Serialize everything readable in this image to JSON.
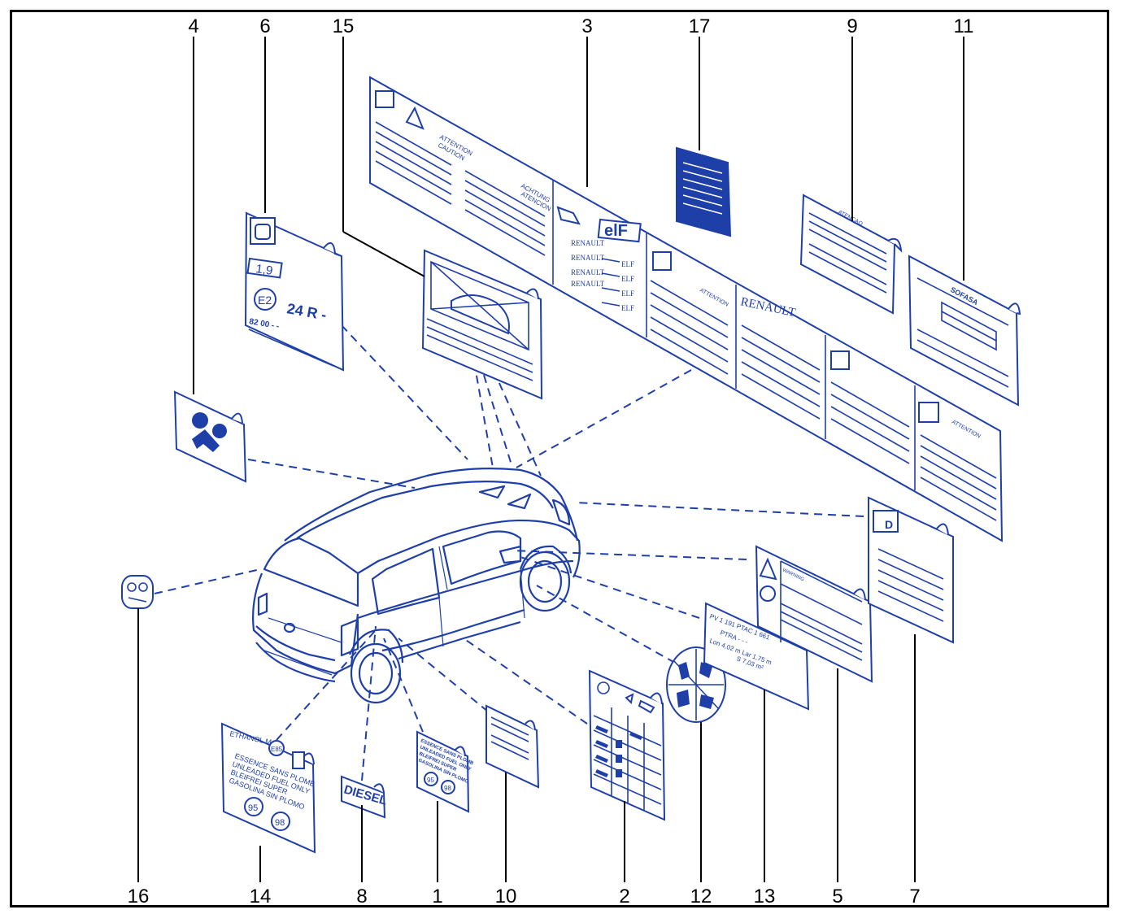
{
  "callouts": {
    "n1": "1",
    "n2": "2",
    "n3": "3",
    "n4": "4",
    "n5": "5",
    "n6": "6",
    "n7": "7",
    "n8": "8",
    "n9": "9",
    "n10": "10",
    "n11": "11",
    "n12": "12",
    "n13": "13",
    "n14": "14",
    "n15": "15",
    "n16": "16",
    "n17": "17"
  },
  "labels": {
    "l6_value": "1,9",
    "l6_e2": "E2",
    "l6_code": "24 R -",
    "l6_ref": "82 00 - -",
    "l3_elf": "elF",
    "l3_renault_lines": [
      "RENAULT",
      "RENAULT",
      "RENAULT",
      "RENAULT"
    ],
    "l3_elf_lines": [
      "ELF",
      "ELF",
      "ELF",
      "ELF"
    ],
    "l3_brand": "RENAULT",
    "l3_attention": "ATTENTION",
    "l3_caution": "CAUTION",
    "l3_achtung": "ACHTUNG",
    "l3_atencion": "ATENCION",
    "l9_attention": "ATENCAO",
    "l11_brand": "SOFASA",
    "l8_text": "DIESEL",
    "l14_ethanol": "ETHANOL MAX",
    "l14_e85": "E85",
    "l14_line1": "ESSENCE SANS PLOMB",
    "l14_line2": "UNLEADED FUEL ONLY",
    "l14_line3": "BLEIFREI SUPER",
    "l14_line4": "GASOLINA SIN PLOMO",
    "l14_95": "95",
    "l14_98": "98",
    "l1_line1": "ESSENCE SANS PLOMB",
    "l1_line2": "UNLEADED FUEL ONLY",
    "l1_line3": "BLEIFREI SUPER",
    "l1_line4": "GASOLINA SIN PLOMO",
    "l1_95": "95",
    "l1_98": "98",
    "l13_line1": "PV   1 191      PTAC 1 661",
    "l13_line2": "PTRA  - - -",
    "l13_line3": "Lon 4,02 m    Lar 1,75 m",
    "l13_line4": "S  7,03 m²",
    "l7_d": "D",
    "l5_warn": "WARNING"
  },
  "colors": {
    "label_blue": "#1f3fa8",
    "leader_black": "#000000"
  }
}
